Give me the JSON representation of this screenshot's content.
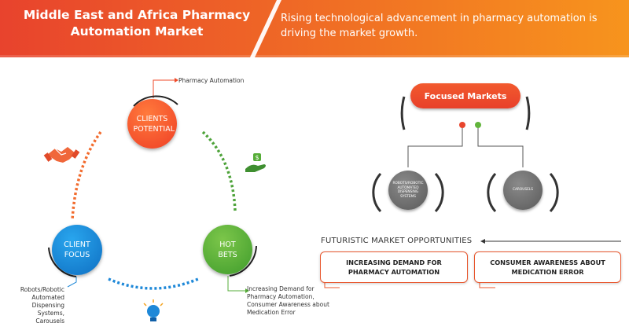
{
  "header": {
    "title": "Middle East and Africa Pharmacy Automation Market",
    "subtitle": "Rising technological advancement in pharmacy automation is driving the market growth.",
    "colors": {
      "gradient_left": "#e8432d",
      "gradient_right": "#f7941d",
      "divider": "#ffffff"
    }
  },
  "cycle": {
    "clients_potential": {
      "label": "CLIENTS POTENTIAL",
      "annotation": "Pharmacy Automation",
      "color": "#ef4a28"
    },
    "client_focus": {
      "label": "CLIENT FOCUS",
      "annotation": "Robots/Robotic Automated Dispensing Systems, Carousels",
      "color": "#1e88d8"
    },
    "hot_bets": {
      "label": "HOT BETS",
      "annotation": "Increasing Demand for Pharmacy Automation, Consumer Awareness about Medication Error",
      "color": "#56ad38"
    },
    "icons": [
      "handshake-icon",
      "money-hand-icon",
      "lightbulb-icon"
    ]
  },
  "focused": {
    "title": "Focused Markets",
    "markets": [
      "ROBOTS/ROBOTIC AUTOMATED DISPENSING SYSTEMS",
      "CAROUSELS"
    ],
    "colors": {
      "pill": "#ee4c2c",
      "dot_left": "#e8452d",
      "dot_right": "#62b43c",
      "ring": "#333333"
    }
  },
  "futuristic": {
    "title": "FUTURISTIC MARKET OPPORTUNITIES",
    "boxes": [
      "INCREASING DEMAND FOR PHARMACY AUTOMATION",
      "CONSUMER AWARENESS ABOUT MEDICATION ERROR"
    ],
    "border_color": "#e8572e"
  }
}
